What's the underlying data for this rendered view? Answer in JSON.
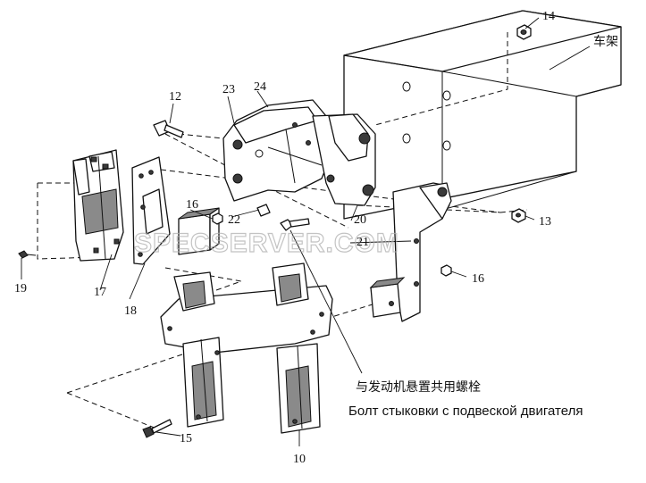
{
  "callouts": {
    "c10": "10",
    "c12": "12",
    "c13": "13",
    "c14": "14",
    "c15": "15",
    "c16a": "16",
    "c16b": "16",
    "c17": "17",
    "c18": "18",
    "c19": "19",
    "c20": "20",
    "c21": "21",
    "c22": "22",
    "c23": "23",
    "c24": "24"
  },
  "frame_label": "车架",
  "note": {
    "zh": "与发动机悬置共用螺栓",
    "ru": "Болт стыковки с подвеской двигателя"
  },
  "watermark": "SPECSERVER.COM"
}
